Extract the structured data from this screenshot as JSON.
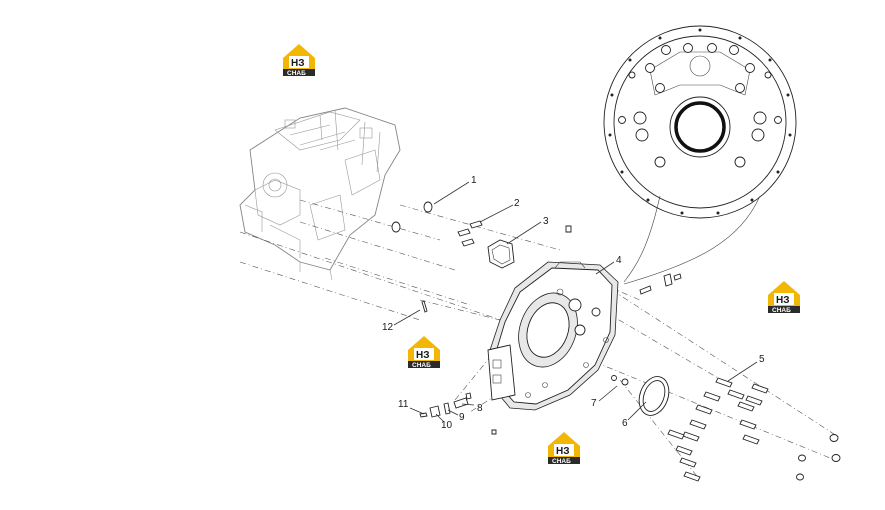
{
  "diagram": {
    "callouts": [
      {
        "label": "1"
      },
      {
        "label": "2"
      },
      {
        "label": "3"
      },
      {
        "label": "4"
      },
      {
        "label": "5"
      },
      {
        "label": "6"
      },
      {
        "label": "7"
      },
      {
        "label": "8"
      },
      {
        "label": "9"
      },
      {
        "label": "10"
      },
      {
        "label": "11"
      },
      {
        "label": "12"
      }
    ],
    "watermark": {
      "letters": "НЗ",
      "text": "СНАБ",
      "color": "#f2b705",
      "dark": "#2b2b2b"
    }
  }
}
